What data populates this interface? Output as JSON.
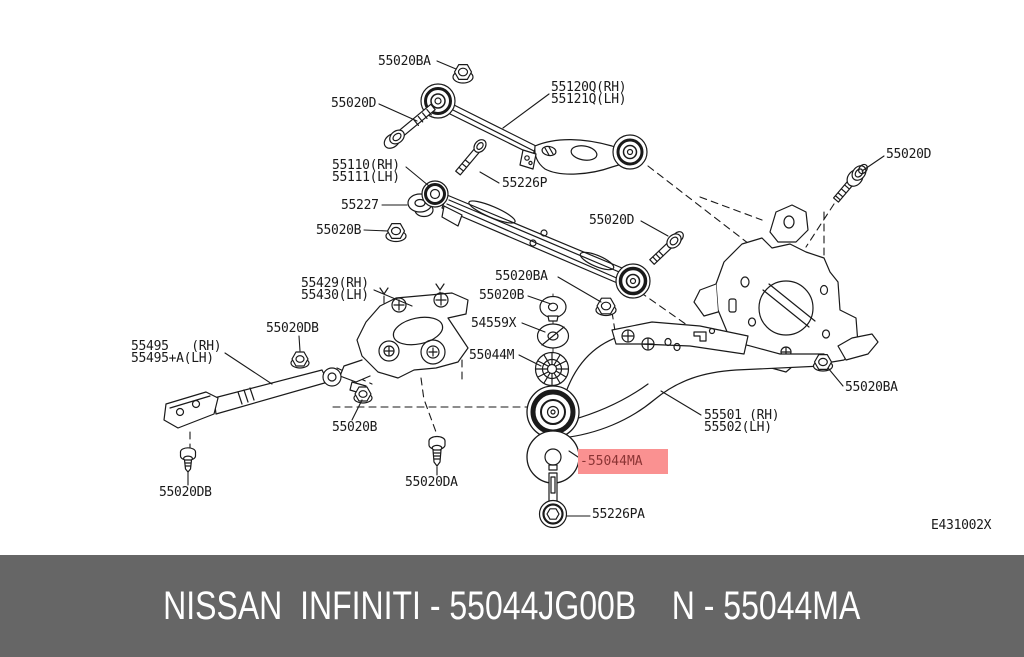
{
  "diagram": {
    "drawing_code": "E431002X",
    "colors": {
      "line": "#1a1a1a",
      "background": "#ffffff"
    },
    "labels": [
      {
        "text": "55020BA"
      },
      {
        "text": "55020D"
      },
      {
        "text": "55120Q(RH)"
      },
      {
        "text": "55121Q(LH)"
      },
      {
        "text": "55110(RH)"
      },
      {
        "text": "55111(LH)"
      },
      {
        "text": "55226P"
      },
      {
        "text": "55227"
      },
      {
        "text": "55020B"
      },
      {
        "text": "55020D"
      },
      {
        "text": "55020D"
      },
      {
        "text": "55020BA"
      },
      {
        "text": "55020B"
      },
      {
        "text": "55429(RH)"
      },
      {
        "text": "55430(LH)"
      },
      {
        "text": "54559X"
      },
      {
        "text": "55020DB"
      },
      {
        "text": "55044M"
      },
      {
        "text": "55495   (RH)"
      },
      {
        "text": "55495+A(LH)"
      },
      {
        "text": "55020BA"
      },
      {
        "text": "55501 (RH)"
      },
      {
        "text": "55502(LH)"
      },
      {
        "text": "55020B"
      },
      {
        "text": "55020DA"
      },
      {
        "text": "55020DB"
      },
      {
        "text": "55226PA"
      }
    ],
    "highlight": {
      "text": "-55044MA",
      "bg": "#fa9191",
      "fg": "#8b3434"
    }
  },
  "footer": {
    "text": "NISSAN  INFINITI - 55044JG00B    N - 55044MA",
    "bg": "#666666",
    "fg": "#ffffff"
  }
}
